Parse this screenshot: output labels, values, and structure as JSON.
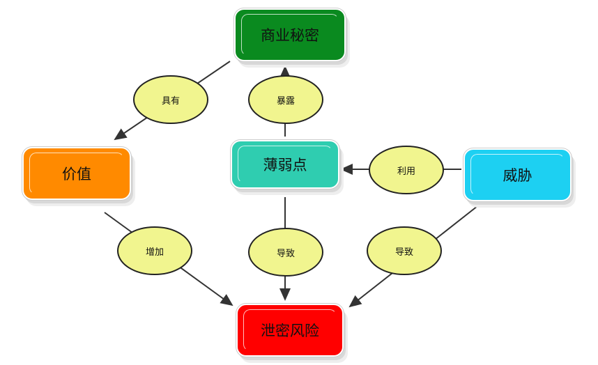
{
  "nodes": {
    "trade_secret": {
      "label": "商业秘密",
      "color": "#0a8a1f"
    },
    "value": {
      "label": "价值",
      "color": "#ff8a00"
    },
    "vulnerability": {
      "label": "薄弱点",
      "color": "#2fcdb0"
    },
    "threat": {
      "label": "威胁",
      "color": "#1dd0f2"
    },
    "leak_risk": {
      "label": "泄密风险",
      "color": "#ff0000"
    }
  },
  "edges": {
    "has": {
      "label": "具有"
    },
    "expose": {
      "label": "暴露"
    },
    "exploit": {
      "label": "利用"
    },
    "increase": {
      "label": "增加"
    },
    "cause1": {
      "label": "导致"
    },
    "cause2": {
      "label": "导致"
    }
  }
}
